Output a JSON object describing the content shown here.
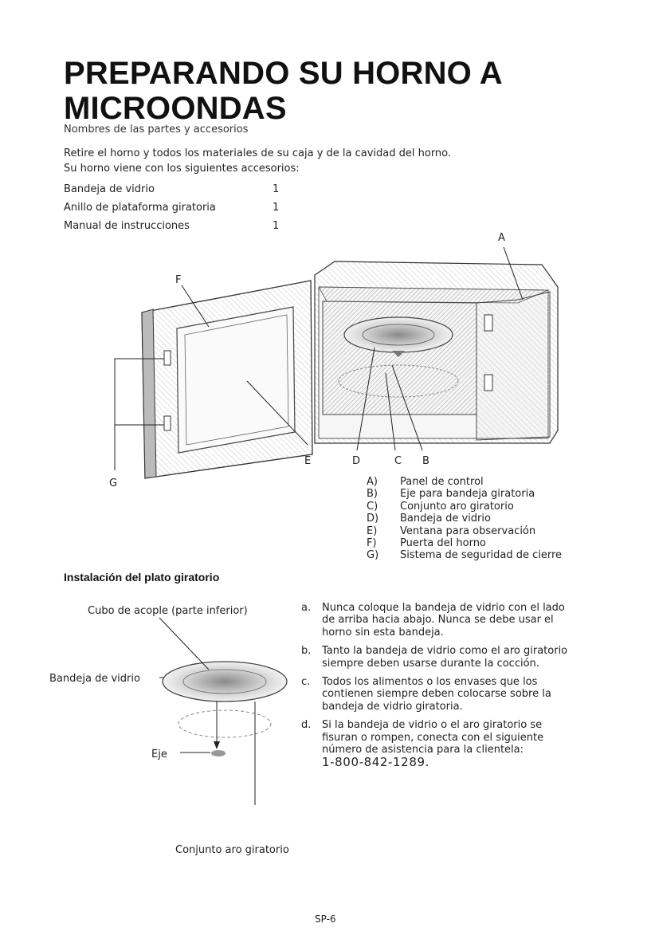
{
  "header": {
    "title_line1": "PREPARANDO SU HORNO A",
    "title_line2": "MICROONDAS",
    "subtitle": "Nombres de las partes y accesorios"
  },
  "intro": {
    "line1": "Retire el horno y todos los materiales de su caja y de la cavidad del horno.",
    "line2": "Su horno viene con los siguientes accesorios:"
  },
  "accessories": [
    {
      "name": "Bandeja de vidrio",
      "qty": "1"
    },
    {
      "name": "Anillo de plataforma giratoria",
      "qty": "1"
    },
    {
      "name": "Manual de instrucciones",
      "qty": "1"
    }
  ],
  "diagram_labels": {
    "a": "A",
    "b": "B",
    "c": "C",
    "d": "D",
    "e": "E",
    "f": "F",
    "g": "G"
  },
  "legend": [
    {
      "key": "A)",
      "text": "Panel de control"
    },
    {
      "key": "B)",
      "text": "Eje para bandeja giratoria"
    },
    {
      "key": "C)",
      "text": "Conjunto aro giratorio"
    },
    {
      "key": "D)",
      "text": "Bandeja de vidrio"
    },
    {
      "key": "E)",
      "text": "Ventana para observación"
    },
    {
      "key": "F)",
      "text": "Puerta del horno"
    },
    {
      "key": "G)",
      "text": "Sistema de seguridad de cierre"
    }
  ],
  "section_title": "Instalación del plato giratorio",
  "turntable_labels": {
    "hub": "Cubo de acople (parte inferior)",
    "tray": "Bandeja de vidrio",
    "axis": "Eje",
    "ring": "Conjunto aro giratorio"
  },
  "instructions": [
    {
      "letter": "a.",
      "lines": [
        "Nunca coloque la bandeja de vidrio con el lado",
        "de arriba hacia abajo. Nunca se debe usar el",
        "horno sin esta bandeja."
      ]
    },
    {
      "letter": "b.",
      "lines": [
        "Tanto la bandeja de vidrio como el aro giratorio",
        "siempre deben usarse durante la cocción."
      ]
    },
    {
      "letter": "c.",
      "lines": [
        "Todos los alimentos o los envases que los",
        "contienen siempre deben colocarse sobre la",
        "bandeja de vidrio giratoria."
      ]
    },
    {
      "letter": "d.",
      "lines": [
        "Si la bandeja de vidrio o el aro giratorio se",
        "fisuran o rompen, conecta con el siguiente",
        "número de asistencia para la clientela:"
      ]
    }
  ],
  "phone": "1-800-842-1289.",
  "page_number": "SP-6"
}
